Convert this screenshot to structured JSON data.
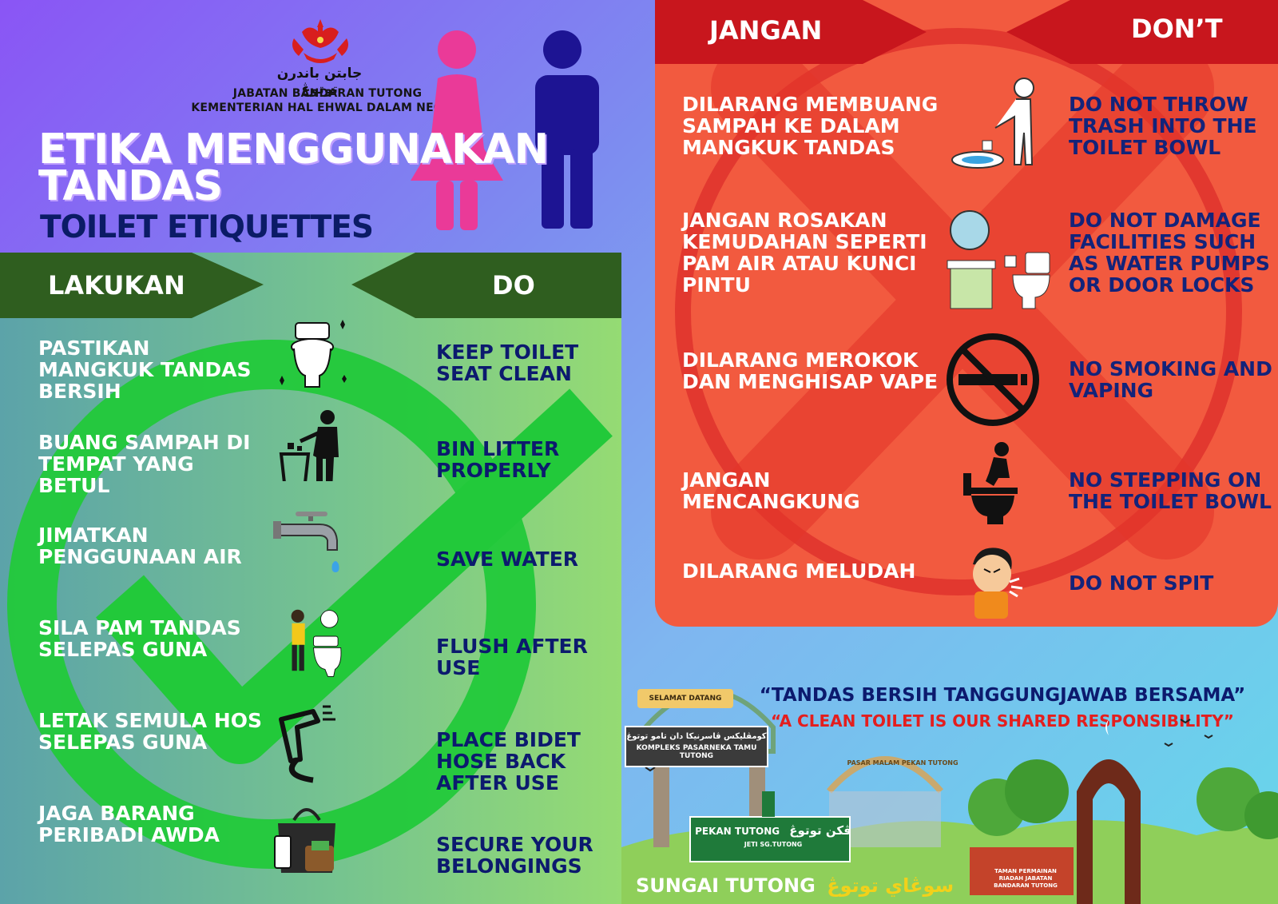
{
  "header": {
    "org_arabic": "جابتن باندرن توتوڠ",
    "org_name": "JABATAN BANDARAN TUTONG",
    "ministry": "KEMENTERIAN HAL EHWAL DALAM NEGERI",
    "title_line1": "ETIKA MENGGUNAKAN",
    "title_line2": "TANDAS",
    "subtitle": "TOILET ETIQUETTES"
  },
  "do_section": {
    "left_label": "LAKUKAN",
    "right_label": "DO",
    "items": [
      {
        "malay": "PASTIKAN MANGKUK TANDAS BERSIH",
        "english": "KEEP TOILET SEAT CLEAN",
        "icon": "clean-toilet-icon"
      },
      {
        "malay": "BUANG SAMPAH DI TEMPAT YANG BETUL",
        "english": "BIN LITTER PROPERLY",
        "icon": "trash-bin-icon"
      },
      {
        "malay": "JIMATKAN PENGGUNAAN AIR",
        "english": "SAVE WATER",
        "icon": "water-tap-icon"
      },
      {
        "malay": "SILA PAM TANDAS SELEPAS GUNA",
        "english": "FLUSH AFTER USE",
        "icon": "flush-toilet-icon"
      },
      {
        "malay": "LETAK SEMULA HOS SELEPAS GUNA",
        "english": "PLACE BIDET HOSE BACK AFTER USE",
        "icon": "bidet-spray-icon"
      },
      {
        "malay": "JAGA BARANG PERIBADI AWDA",
        "english": "SECURE YOUR BELONGINGS",
        "icon": "belongings-icon"
      }
    ]
  },
  "dont_section": {
    "left_label": "JANGAN",
    "right_label": "DON’T",
    "items": [
      {
        "malay": "DILARANG MEMBUANG SAMPAH KE DALAM MANGKUK TANDAS",
        "english": "DO NOT THROW TRASH INTO THE TOILET BOWL",
        "icon": "throw-trash-toilet-icon"
      },
      {
        "malay": "JANGAN ROSAKAN KEMUDAHAN SEPERTI PAM AIR ATAU KUNCI PINTU",
        "english": "DO NOT DAMAGE FACILITIES SUCH AS WATER PUMPS OR DOOR LOCKS",
        "icon": "bathroom-facilities-icon"
      },
      {
        "malay": "DILARANG MEROKOK DAN MENGHISAP VAPE",
        "english": "NO SMOKING AND VAPING",
        "icon": "no-smoking-icon"
      },
      {
        "malay": "JANGAN MENCANGKUNG",
        "english": "NO STEPPING ON THE TOILET BOWL",
        "icon": "squatting-on-toilet-icon"
      },
      {
        "malay": "DILARANG MELUDAH",
        "english": "DO NOT SPIT",
        "icon": "spitting-boy-icon"
      }
    ]
  },
  "slogan": {
    "malay": "“TANDAS BERSIH TANGGUNGJAWAB BERSAMA”",
    "english": "“A CLEAN TOILET IS OUR SHARED RESPONSIBILITY”"
  },
  "scene": {
    "sign1_top": "SELAMAT DATANG",
    "sign1_arabic": "كومڤليکس ڤاسرنيکا دان تامو توتوڠ",
    "sign1_text": "KOMPLEKS PASARNEKA TAMU TUTONG",
    "sign2_text": "PASAR MALAM PEKAN TUTONG",
    "sign3_text": "PEKAN TUTONG",
    "sign3_arabic": "ڤکن توتوڠ",
    "sign3_sub": "JETI SG.TUTONG",
    "river_label": "SUNGAI TUTONG",
    "river_arabic": "سوڠاي توتوڠ",
    "park_sign": "TAMAN PERMAINAN RIADAH JABATAN BANDARAN TUTONG"
  },
  "colors": {
    "do_banner": "#2f5e1f",
    "check_mark": "#22c93a",
    "dont_banner": "#c8161d",
    "dont_panel": "#f25a3f",
    "female_figure": "#ea3a98",
    "male_figure": "#1d1493"
  }
}
